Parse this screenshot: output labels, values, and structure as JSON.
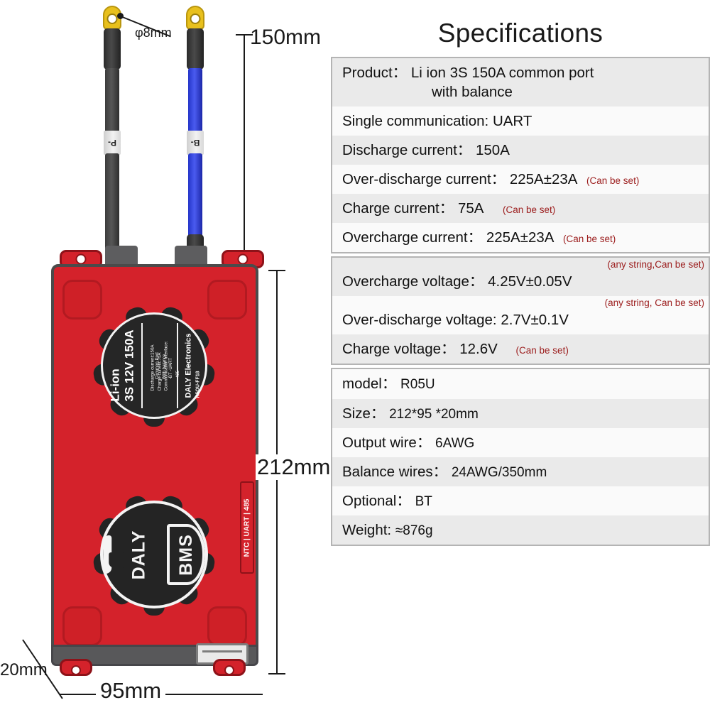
{
  "product_figure": {
    "wires": [
      {
        "name": "negative-output-wire",
        "tag": "P-",
        "color": "#3b3b3b",
        "lug_color": "#e8c01d"
      },
      {
        "name": "battery-negative-wire",
        "tag": "B-",
        "color": "#2435c9",
        "lug_color": "#e8c01d"
      }
    ],
    "annotations": {
      "hole_diameter": "φ8mm",
      "wire_length": "150mm",
      "board_length": "212mm",
      "board_width": "95mm",
      "board_thickness": "20mm"
    },
    "hub_label": {
      "title_line1": "Li-ion",
      "title_line2": "3S 12V 150A",
      "spec_line1": "Discharge current:150A",
      "spec_line2": "Charge current:75A",
      "spec_line3": "Communication interface:",
      "spec_line4": "-BT -UART",
      "spec_line5": "-485",
      "feature_line1": "Common Port",
      "feature_line2": "With balance",
      "brand": "DALY Electronics",
      "model_code": "R5OU-FF18"
    },
    "logo": {
      "brand": "DALY",
      "suffix": "BMS"
    },
    "port_label": "NTC | UART | 485"
  },
  "spec_panel": {
    "title": "Specifications",
    "accent_note_color": "#9b1b1b",
    "sections": [
      {
        "name": "electrical-ratings",
        "rows": [
          {
            "label": "Product：",
            "value": "Li ion 3S 150A common port",
            "value2": "with balance",
            "note": ""
          },
          {
            "label": "Single communication:",
            "value": "UART",
            "note": ""
          },
          {
            "label": "Discharge current：",
            "value": "150A",
            "note": ""
          },
          {
            "label": "Over-discharge current：",
            "value": "225A±23A",
            "note": "(Can be set)"
          },
          {
            "label": "Charge current：",
            "value": "75A",
            "note": "(Can be set)"
          },
          {
            "label": "Overcharge current：",
            "value": "225A±23A",
            "note": "(Can be set)"
          }
        ]
      },
      {
        "name": "voltage-ratings",
        "rows": [
          {
            "label": "Overcharge voltage：",
            "value": "4.25V±0.05V",
            "note_sup": "(any string,Can be set)"
          },
          {
            "label": "Over-discharge voltage:",
            "value": "2.7V±0.1V",
            "note_sup": "(any string, Can be set)"
          },
          {
            "label": "Charge voltage：",
            "value": "12.6V",
            "note": "(Can be set)"
          }
        ]
      },
      {
        "name": "physical-properties",
        "rows": [
          {
            "label": "model：",
            "value": "R05U",
            "note": ""
          },
          {
            "label": "Size：",
            "value": "212*95 *20mm",
            "note": ""
          },
          {
            "label": "Output wire：",
            "value": "6AWG",
            "note": ""
          },
          {
            "label": "Balance wires：",
            "value": "24AWG/350mm",
            "note": ""
          },
          {
            "label": "Optional：",
            "value": "BT",
            "note": ""
          },
          {
            "label": "Weight:",
            "value": "≈876g",
            "note": ""
          }
        ]
      }
    ]
  }
}
